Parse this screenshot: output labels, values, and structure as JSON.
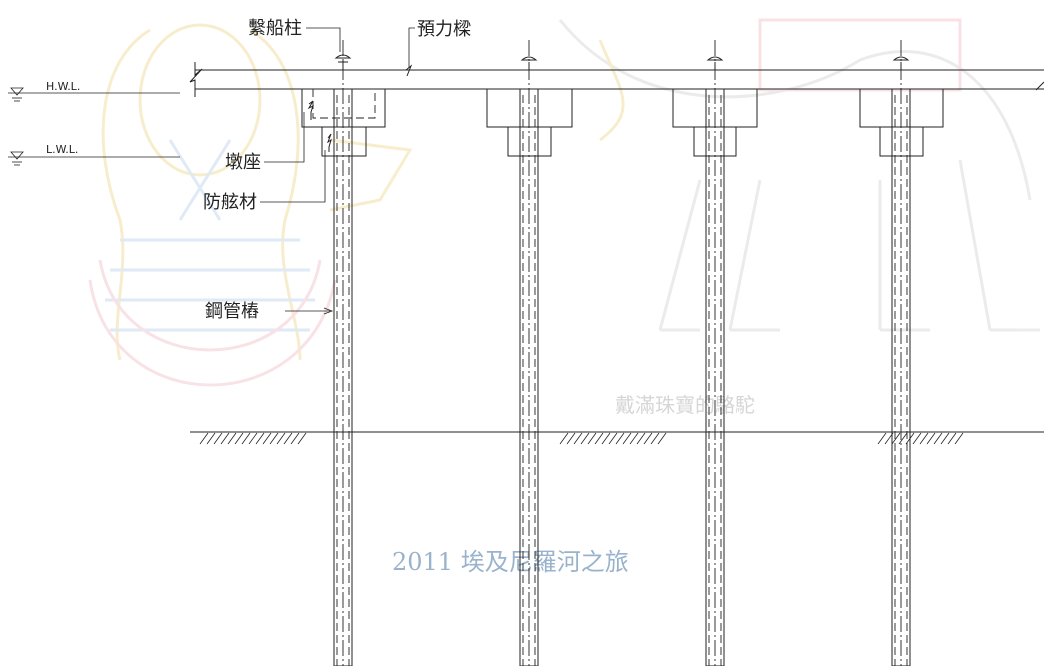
{
  "labels": {
    "mooring_post": "繫船柱",
    "prestressed_beam": "預力樑",
    "pier_seat": "墩座",
    "fender": "防舷材",
    "steel_pipe_pile": "鋼管樁"
  },
  "water_levels": {
    "high": "H.W.L.",
    "low": "L.W.L."
  },
  "watermarks": {
    "title": "2011 埃及尼羅河之旅",
    "caption": "戴滿珠寶的駱駝"
  },
  "colors": {
    "line": "#222222",
    "watermark_blue": "#9ab3cc",
    "background_art": [
      "#e6c04a",
      "#8fb6e0",
      "#e79aa8",
      "#b9b9b9"
    ]
  }
}
